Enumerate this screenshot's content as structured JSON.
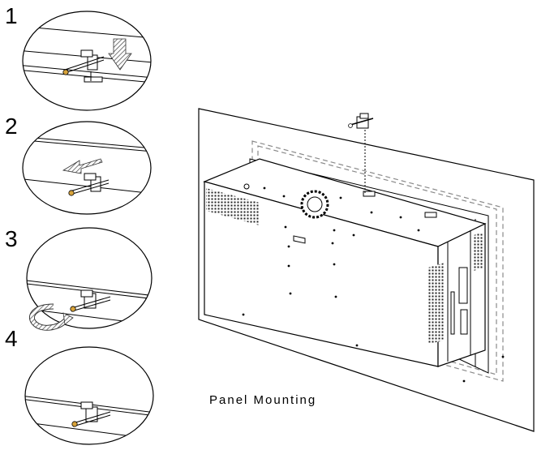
{
  "steps": [
    {
      "number": "1"
    },
    {
      "number": "2"
    },
    {
      "number": "3"
    },
    {
      "number": "4"
    }
  ],
  "caption": "Panel Mounting",
  "colors": {
    "line": "#000000",
    "dash": "#8a8a8a",
    "fill": "#ffffff"
  }
}
